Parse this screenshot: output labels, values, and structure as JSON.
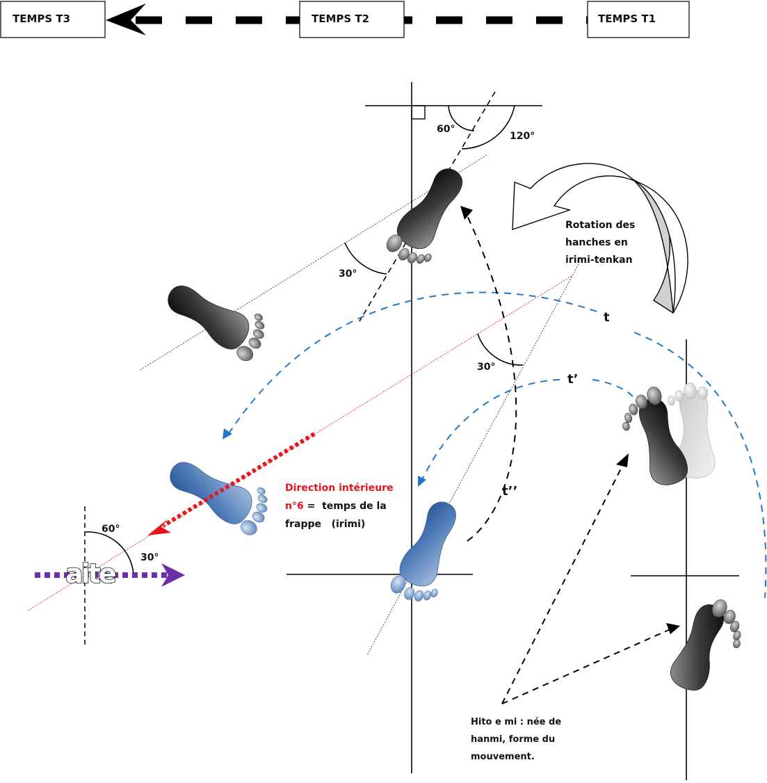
{
  "timeline": {
    "boxes": [
      {
        "id": "t3",
        "label": "TEMPS  T3"
      },
      {
        "id": "t2",
        "label": "TEMPS  T2"
      },
      {
        "id": "t1",
        "label": "TEMPS  T1"
      }
    ],
    "direction": "right-to-left"
  },
  "angles": {
    "top_60": "60°",
    "top_120": "120°",
    "upper_30": "30°",
    "middle_30": "30°",
    "aite_60": "60°",
    "aite_30": "30°"
  },
  "rotation_label": [
    "Rotation des",
    "hanches en",
    "irimi-tenkan"
  ],
  "time_labels": {
    "t": "t",
    "t_prime": "t’",
    "t_double_prime": "t’’"
  },
  "direction_note": {
    "line1_red": "Direction intérieure",
    "line2_red": "n°6",
    "line2_rest": " =  temps de la",
    "line3": "frappe   (irimi)"
  },
  "aite_label": "aite",
  "hito_e_mi": [
    "Hito e mi : née de",
    "hanmi, forme du",
    "mouvement."
  ],
  "colors": {
    "blue_path": "#1f77c9",
    "red_direction": "#e8141c",
    "purple_aite": "#6f2da8",
    "foot_blue": "#2f5f9e",
    "foot_black": "#1a1a1a",
    "rotation_arrow_fill": "#d0d0d0"
  },
  "footprints": [
    {
      "id": "foot-top-black",
      "color": "black"
    },
    {
      "id": "foot-left-black",
      "color": "black"
    },
    {
      "id": "foot-left-blue",
      "color": "blue"
    },
    {
      "id": "foot-center-blue",
      "color": "blue"
    },
    {
      "id": "foot-right-black-grey",
      "color": "black+grey"
    },
    {
      "id": "foot-bottom-right-black",
      "color": "black"
    }
  ]
}
